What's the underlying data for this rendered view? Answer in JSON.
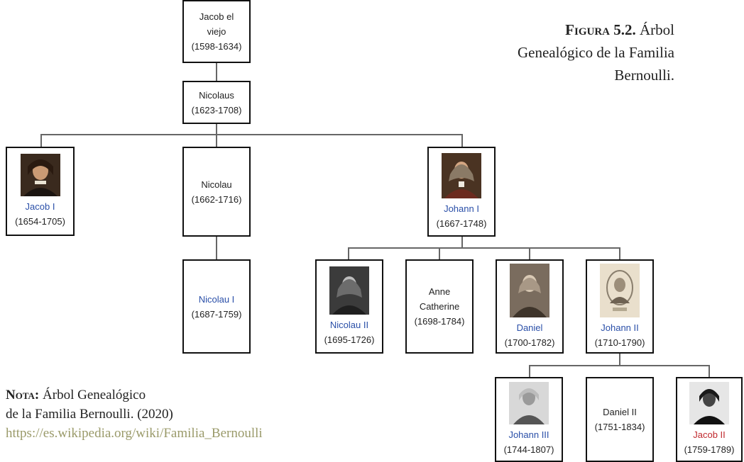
{
  "caption": {
    "label": "Figura 5.2.",
    "line1": " Árbol",
    "line2": "Genealógico de la Familia",
    "line3": "Bernoulli."
  },
  "note": {
    "label": "Nota:",
    "line1": " Árbol Genealógico",
    "line2": "de la Familia Bernoulli. (2020)",
    "url": "https://es.wikipedia.org/wiki/Familia_Bernoulli"
  },
  "tree": {
    "jacob_el_viejo": {
      "name1": "Jacob el",
      "name2": "viejo",
      "years": "(1598-1634)"
    },
    "nicolaus": {
      "name": "Nicolaus",
      "years": "(1623-1708)"
    },
    "jacob_i": {
      "name": "Jacob I",
      "years": "(1654-1705)"
    },
    "nicolau": {
      "name": "Nicolau",
      "years": "(1662-1716)"
    },
    "nicolau_i": {
      "name": "Nicolau I",
      "years": "(1687-1759)"
    },
    "johann_i": {
      "name": "Johann I",
      "years": "(1667-1748)"
    },
    "nicolau_ii": {
      "name": "Nicolau II",
      "years": "(1695-1726)"
    },
    "anne_catherine": {
      "name1": "Anne",
      "name2": "Catherine",
      "years": "(1698-1784)"
    },
    "daniel": {
      "name": "Daniel",
      "years": "(1700-1782)"
    },
    "johann_ii": {
      "name": "Johann II",
      "years": "(1710-1790)"
    },
    "johann_iii": {
      "name": "Johann III",
      "years": "(1744-1807)"
    },
    "daniel_ii": {
      "name": "Daniel II",
      "years": "(1751-1834)"
    },
    "jacob_ii": {
      "name": "Jacob II",
      "years": "(1759-1789)"
    }
  },
  "colors": {
    "link_blue": "#2a4fa8",
    "link_red": "#c0282d",
    "connector": "#666666",
    "url_olive": "#9a9a6a"
  }
}
